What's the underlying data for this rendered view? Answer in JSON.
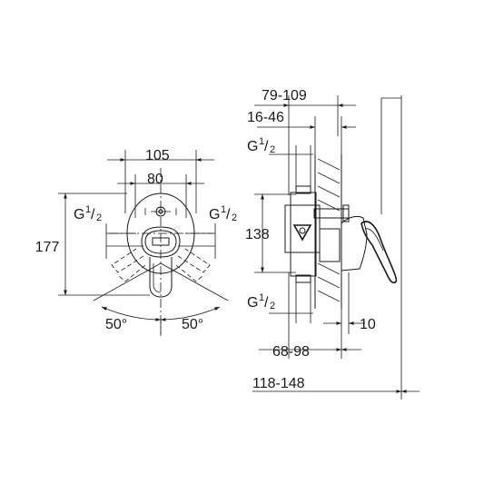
{
  "front_view": {
    "width_outer": "105",
    "width_inner": "80",
    "height": "177",
    "thread_left": "G",
    "thread_right": "G",
    "angle_left": "50°",
    "angle_right": "50°",
    "fraction_num": "1",
    "fraction_den": "2"
  },
  "side_view": {
    "depth_total": "79-109",
    "depth_wall": "16-46",
    "thread_top": "G",
    "thread_bottom": "G",
    "height_body": "138",
    "offset": "10",
    "depth_body": "68-98",
    "depth_overall": "118-148",
    "fraction_num": "1",
    "fraction_den": "2"
  }
}
